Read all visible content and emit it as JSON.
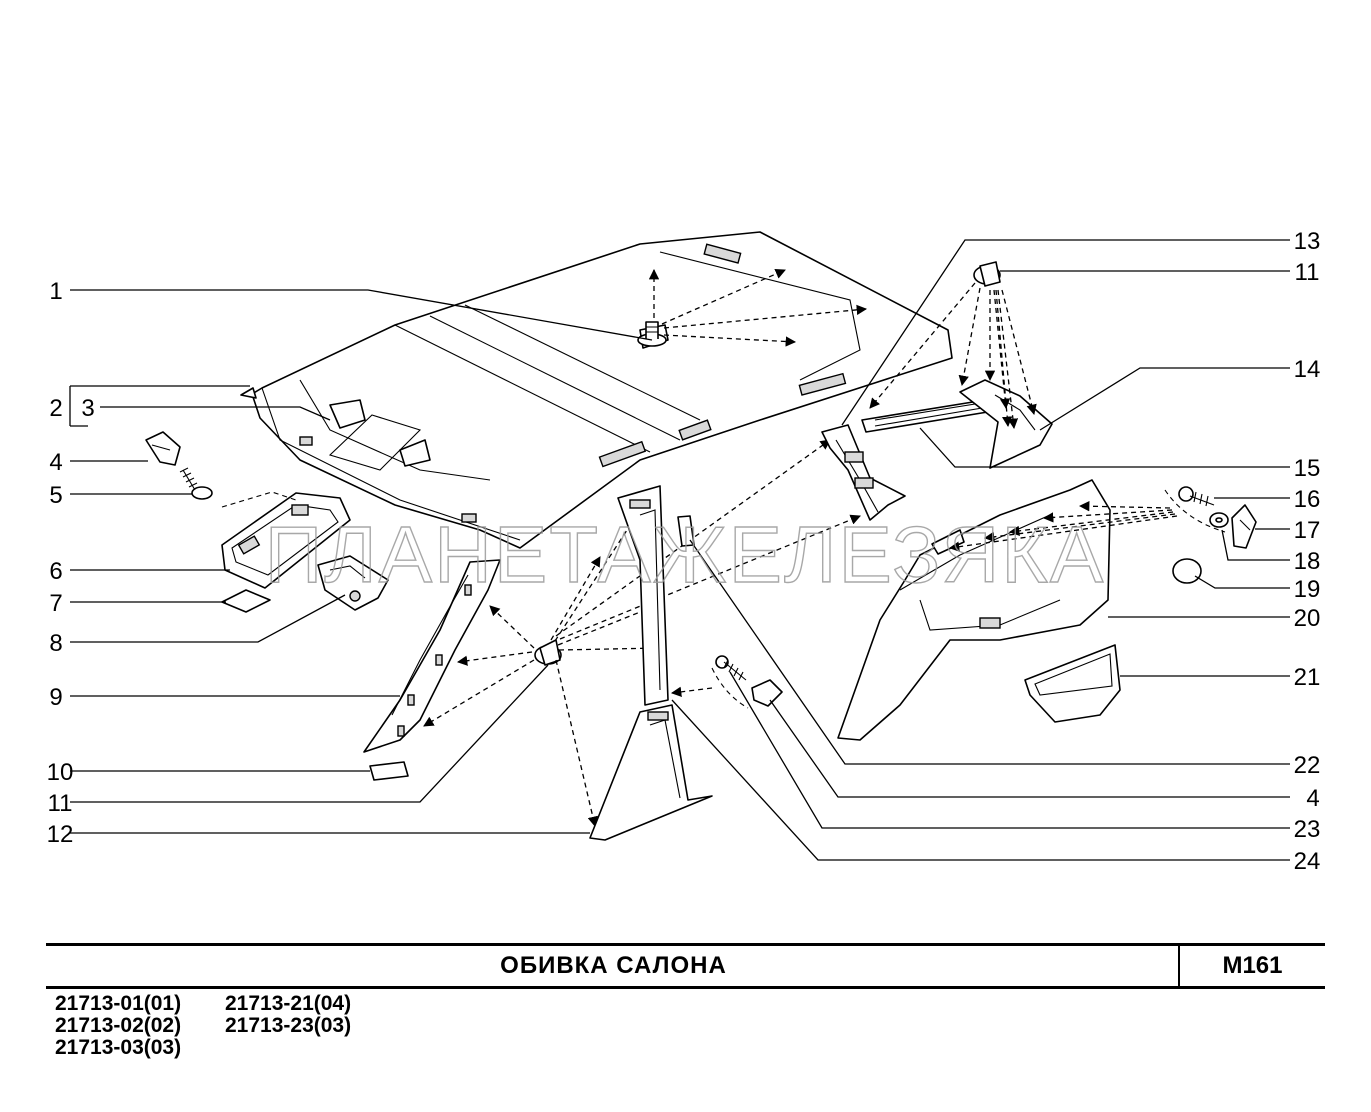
{
  "diagram": {
    "callouts_left": [
      "1",
      "2",
      "3",
      "4",
      "5",
      "6",
      "7",
      "8",
      "9",
      "10",
      "11",
      "12"
    ],
    "callouts_right": [
      "13",
      "11",
      "14",
      "15",
      "16",
      "17",
      "18",
      "19",
      "20",
      "21",
      "22",
      "4",
      "23",
      "24"
    ],
    "watermark": "ПЛАНЕТАЖЕЛЕЗЯКА"
  },
  "title_block": {
    "title": "ОБИВКА   САЛОНА",
    "code": "M161"
  },
  "models": {
    "column1": [
      "21713-01(01)",
      "21713-02(02)",
      "21713-03(03)"
    ],
    "column2": [
      "21713-21(04)",
      "21713-23(03)"
    ]
  }
}
